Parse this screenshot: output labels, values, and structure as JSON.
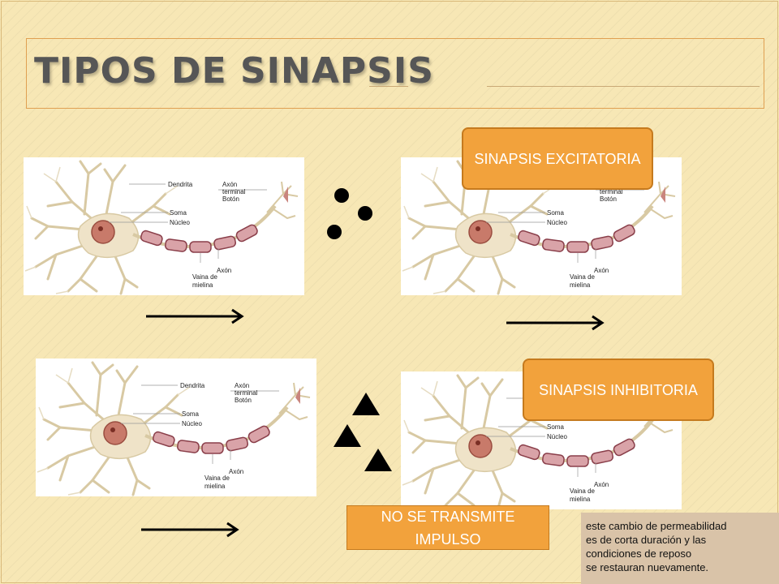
{
  "slide": {
    "title": "TIPOS DE SINAPSIS"
  },
  "neuron_labels": {
    "dendrita": "Dendrita",
    "axon_terminal_1": "Axón",
    "axon_terminal_2": "terminal",
    "boton": "Botón",
    "soma": "Soma",
    "nucleo": "Núcleo",
    "axon": "Axón",
    "vaina_1": "Vaina de",
    "vaina_2": "mielina"
  },
  "boxes": {
    "excitatoria": "SINAPSIS EXCITATORIA",
    "inhibitoria": "SINAPSIS INHIBITORIA",
    "no_transmite": "NO SE TRANSMITE IMPULSO"
  },
  "note": {
    "lines": [
      "este cambio de permeabilidad",
      "es de corta duración y las",
      "condiciones de reposo",
      "se restauran nuevamente."
    ]
  },
  "colors": {
    "background": "#f7e7b5",
    "accent_orange": "#f2a23c",
    "title_gray": "#565656",
    "note_bg": "#d9c3a8",
    "neuron_body": "#efe3c8",
    "myelin": "#d9a3a8"
  }
}
